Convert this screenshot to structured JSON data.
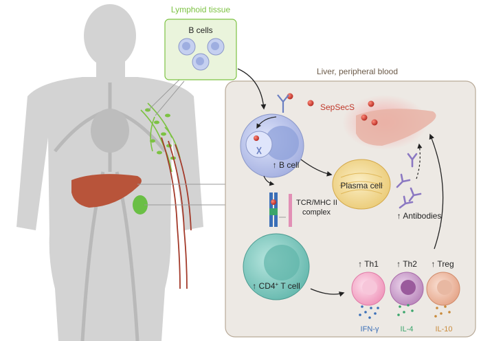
{
  "labels": {
    "lymphoid_tissue": "Lymphoid tissue",
    "b_cells": "B cells",
    "liver_blood": "Liver, peripheral blood",
    "sepsecs": "SepSecS",
    "b_cell": "↑ B cell",
    "plasma_cell": "Plasma cell",
    "tcr_line1": "TCR/MHC II",
    "tcr_line2": "complex",
    "antibodies": "↑ Antibodies",
    "cd4_prefix": "↑ CD4",
    "cd4_sup": "+",
    "cd4_suffix": " T cell",
    "th1": "↑ Th1",
    "th2": "↑ Th2",
    "treg": "↑ Treg",
    "ifn": "IFN-γ",
    "il4": "IL-4",
    "il10": "IL-10"
  },
  "colors": {
    "lymphoid_green": "#7cc242",
    "sepsecs_red": "#c0392b",
    "panel_bg": "#ede9e4",
    "panel_border": "#b8aa98",
    "b_cell": "#b9c3e8",
    "plasma": "#f2d98a",
    "t_cell": "#7fc9bf",
    "th1": "#f4a9c8",
    "th2": "#c89cc8",
    "treg": "#f0b8a0",
    "ifn_blue": "#3a6fb7",
    "il4_green": "#3aa56b",
    "il10_orange": "#c98a3a"
  }
}
